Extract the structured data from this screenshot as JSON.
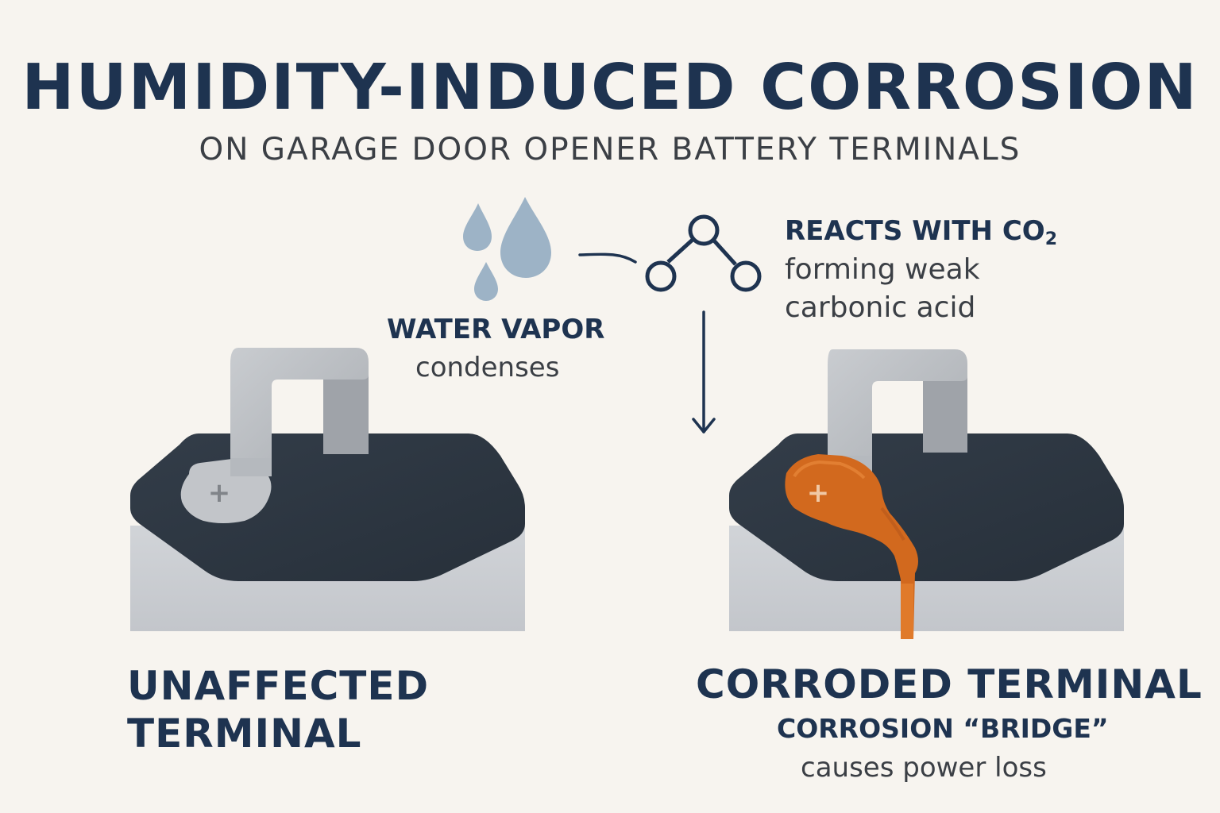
{
  "header": {
    "title": "HUMIDITY-INDUCED CORROSION",
    "subtitle": "ON GARAGE DOOR OPENER BATTERY TERMINALS"
  },
  "water": {
    "title": "WATER VAPOR",
    "text": "condenses",
    "icon": "water-drops-icon"
  },
  "reaction": {
    "title_main": "REACTS WITH CO",
    "title_subscript": "2",
    "line1": "forming weak",
    "line2": "carbonic acid",
    "icon": "molecule-icon"
  },
  "left_battery": {
    "label_line1": "UNAFFECTED",
    "label_line2": "TERMINAL",
    "symbol": "+"
  },
  "right_battery": {
    "label": "CORRODED TERMINAL",
    "sub_line1": "CORROSION “BRIDGE”",
    "sub_line2": "causes power loss",
    "symbol": "+"
  },
  "colors": {
    "background": "#f7f4ef",
    "navy": "#1e3350",
    "water_drop": "#9db3c6",
    "battery_top": "#2c3540",
    "battery_side": "#c6c9ce",
    "terminal_metal": "#b5b9be",
    "corrosion": "#d2691e"
  }
}
